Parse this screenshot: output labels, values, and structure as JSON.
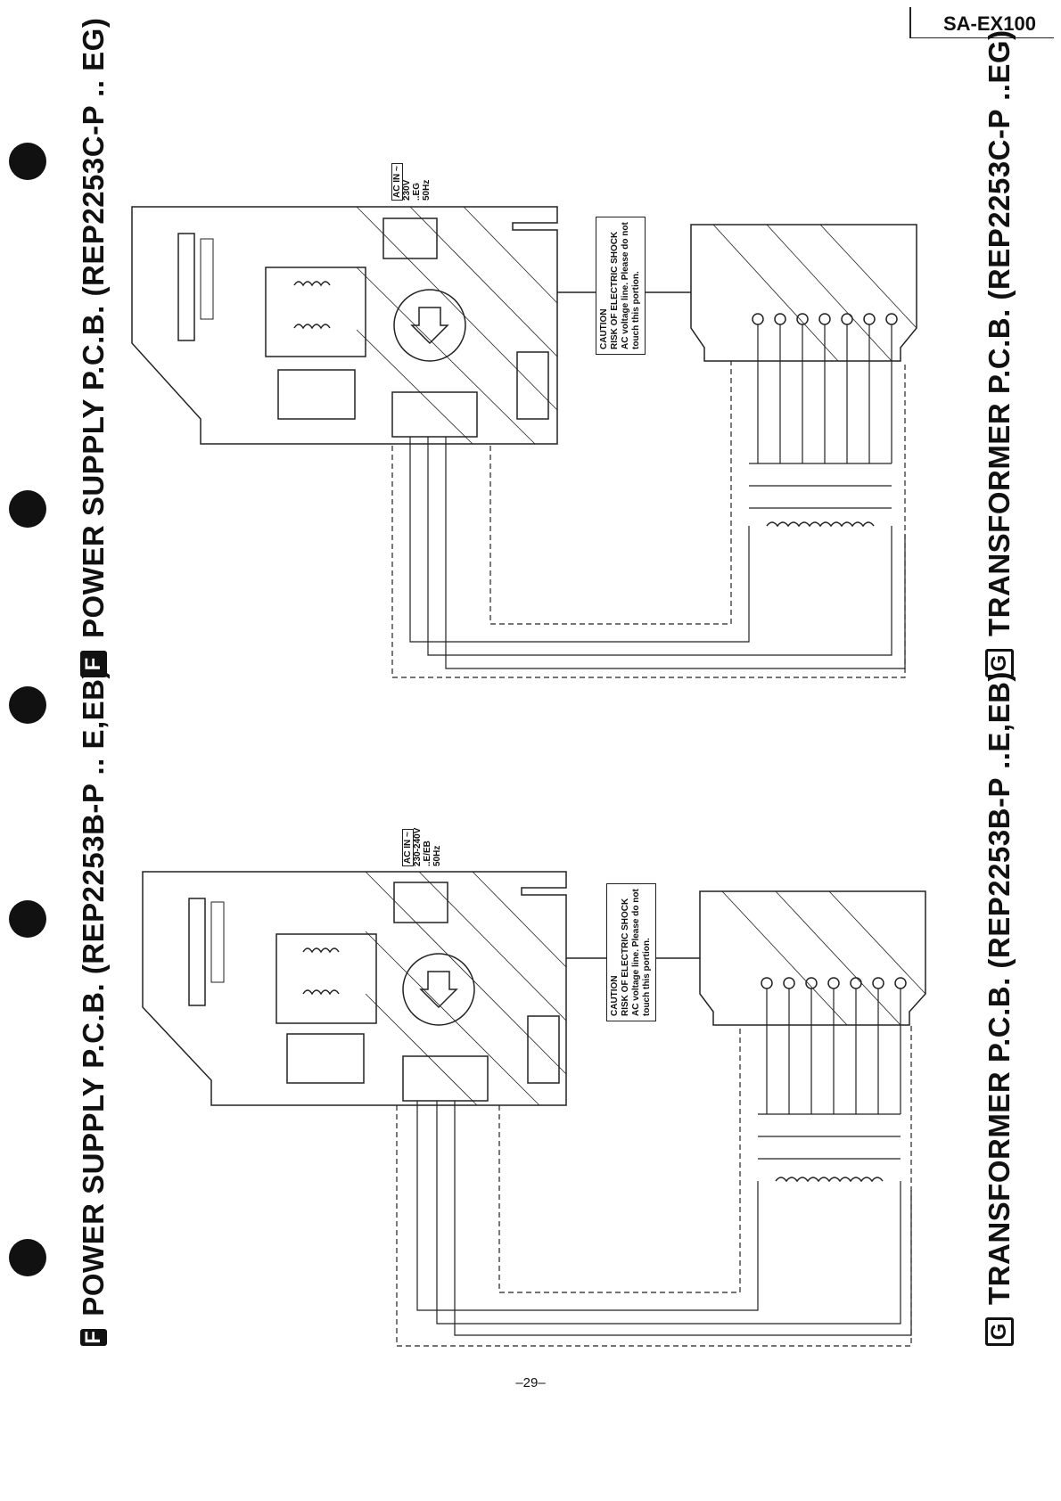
{
  "header": {
    "model": "SA-EX100"
  },
  "diagrams": [
    {
      "id": "eg",
      "pcb_title": {
        "badge": "F",
        "text": "POWER SUPPLY P.C.B. (REP2253C-P .. EG)"
      },
      "transformer_title": {
        "badge": "G",
        "text": "TRANSFORMER P.C.B. (REP2253C-P ..EG)"
      },
      "ac_in": {
        "label": "AC IN ~",
        "voltage": "230V",
        "region": "..EG",
        "freq": "50Hz"
      },
      "caution": {
        "l1": "CAUTION",
        "l2": "RISK OF ELECTRIC SHOCK",
        "l3": "AC voltage line. Please do not",
        "l4": "touch this portion."
      }
    },
    {
      "id": "eeb",
      "pcb_title": {
        "badge": "F",
        "text": "POWER SUPPLY P.C.B. (REP2253B-P .. E,EB)"
      },
      "transformer_title": {
        "badge": "G",
        "text": "TRANSFORMER P.C.B. (REP2253B-P ..E,EB)"
      },
      "ac_in": {
        "label": "AC IN ~",
        "voltage": "230-240V",
        "region": "..E/EB",
        "freq": "50Hz"
      },
      "caution": {
        "l1": "CAUTION",
        "l2": "RISK OF ELECTRIC SHOCK",
        "l3": "AC voltage line. Please do not",
        "l4": "touch this portion."
      }
    }
  ],
  "footer": {
    "page": "–29–"
  }
}
